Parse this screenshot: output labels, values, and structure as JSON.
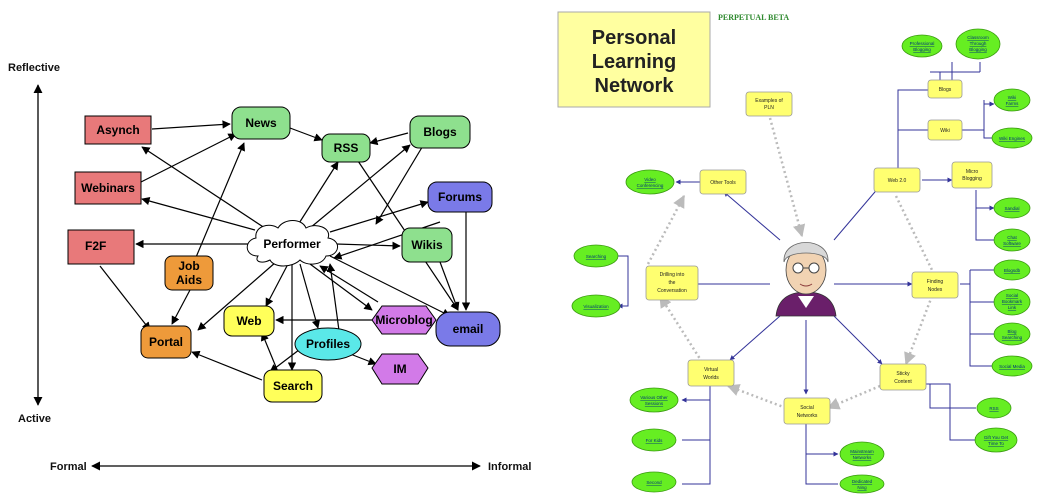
{
  "left_diagram": {
    "axis_vertical": {
      "top": "Reflective",
      "bottom": "Active"
    },
    "axis_horizontal": {
      "left": "Formal",
      "right": "Informal"
    },
    "nodes": {
      "asynch": "Asynch",
      "webinars": "Webinars",
      "f2f": "F2F",
      "job_aids": [
        "Job",
        "Aids"
      ],
      "portal": "Portal",
      "news": "News",
      "rss": "RSS",
      "blogs": "Blogs",
      "forums": "Forums",
      "wikis": "Wikis",
      "performer": "Performer",
      "web": "Web",
      "search": "Search",
      "profiles": "Profiles",
      "microblog": "Microblog",
      "im": "IM",
      "email": "email"
    },
    "colors": {
      "red": "#e8797a",
      "green": "#8ee08e",
      "blue": "#7a7ae8",
      "orange": "#ee9a3a",
      "yellow": "#ffff5a",
      "cyan": "#5ae8e8",
      "purple": "#d27ae8"
    }
  },
  "right_diagram": {
    "title": [
      "Personal",
      "Learning",
      "Network"
    ],
    "banner": "PERPETUAL BETA",
    "nodes": {
      "examples": [
        "Examples of",
        "PLN"
      ],
      "other_tools": "Other Tools",
      "web20": "Web 2.0",
      "drilling": [
        "Drilling into",
        "the",
        "Conversation"
      ],
      "finding_nodes": [
        "Finding",
        "Nodes"
      ],
      "virtual_worlds": [
        "Virtual",
        "Worlds"
      ],
      "sticky_content": [
        "Sticky",
        "Content"
      ],
      "social_networks": [
        "Social",
        "Networks"
      ]
    },
    "leaves": {
      "professional_blogging": [
        "Professional",
        "Blogging"
      ],
      "classroom_blogging": [
        "Classroom",
        "Through",
        "Blogging"
      ],
      "blogs": "Blogs",
      "wiki": "Wiki",
      "wiki_farms": [
        "Wiki",
        "Farms"
      ],
      "wiki_engines": "Wiki Engines",
      "micro_blogging": [
        "Micro",
        "Blogging"
      ],
      "sandial": "Sandial",
      "chat_software": [
        "Chat",
        "Software"
      ],
      "blogsdb": "Blogsdb",
      "social_bookmark": [
        "Social",
        "Bookmark",
        "Link"
      ],
      "blog_searching": [
        "Blog",
        "Searching"
      ],
      "social_media": "Social Media",
      "rss": "RSS",
      "gift": [
        "Gift You Get",
        "Time To"
      ],
      "video_conf": [
        "Video",
        "Conferencing"
      ],
      "searching": "Searching",
      "visualization": "Visualization",
      "virtual_sites": [
        "Various Other",
        "Sessions"
      ],
      "for_kids": "For Kids",
      "second": "Second",
      "mainstream": [
        "Mainstream",
        "Networks"
      ],
      "dedicated": [
        "Dedicated",
        "Ning"
      ]
    },
    "colors": {
      "title_box": "#ffffa0",
      "node": "#ffff70",
      "leaf": "#66ee22",
      "line": "#333399",
      "dotted": "#bbbbbb"
    }
  }
}
